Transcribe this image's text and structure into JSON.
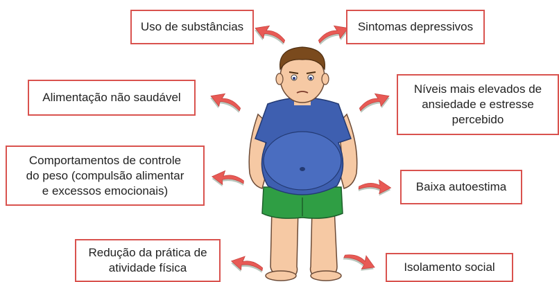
{
  "colors": {
    "box_border": "#d9524e",
    "arrow_fill": "#e85a55",
    "arrow_shade": "#b9c6bd",
    "shirt": "#3e5fb0",
    "shorts": "#2f9e44",
    "skin": "#f6c9a4",
    "hair": "#7a4a1d"
  },
  "illustration": {
    "icon": "overweight-man-illustration"
  },
  "consequences": [
    {
      "id": "uso-substancias",
      "lines": [
        "Uso de substâncias"
      ]
    },
    {
      "id": "sintomas-depressivos",
      "lines": [
        "Sintomas depressivos"
      ]
    },
    {
      "id": "alimentacao",
      "lines": [
        "Alimentação não saudável"
      ]
    },
    {
      "id": "ansiedade",
      "lines": [
        "Níveis mais elevados de",
        "ansiedade e estresse",
        "percebido"
      ]
    },
    {
      "id": "controle-peso",
      "lines": [
        "Comportamentos de controle",
        "do peso (compulsão alimentar",
        "e excessos emocionais)"
      ]
    },
    {
      "id": "autoestima",
      "lines": [
        "Baixa autoestima"
      ]
    },
    {
      "id": "atividade-fisica",
      "lines": [
        "Redução da prática de",
        "atividade física"
      ]
    },
    {
      "id": "isolamento",
      "lines": [
        "Isolamento social"
      ]
    }
  ]
}
